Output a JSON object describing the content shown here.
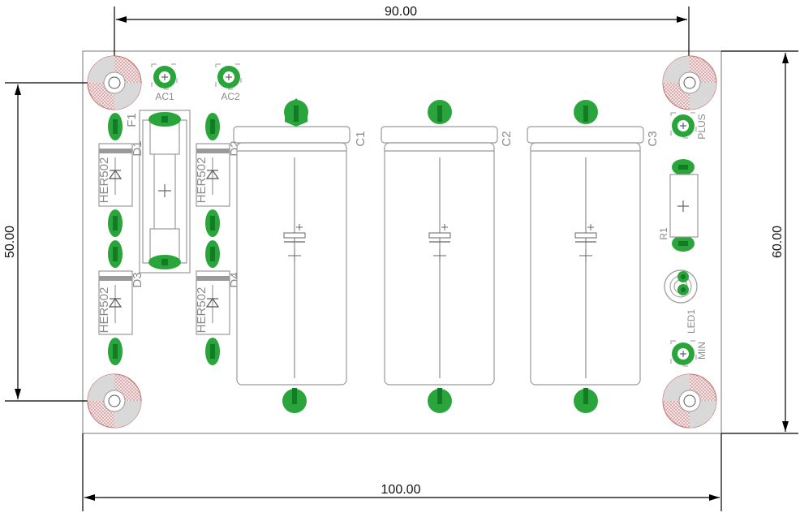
{
  "dimensions": {
    "top": "90.00",
    "bottom": "100.00",
    "left": "50.00",
    "right": "60.00"
  },
  "components": {
    "ac1": "AC1",
    "ac2": "AC2",
    "f1": "F1",
    "d1": "D1",
    "d2": "D2",
    "d3": "D3",
    "d4": "D4",
    "d1_value": "HER502",
    "d2_value": "HER502",
    "d3_value": "HER502",
    "d4_value": "HER502",
    "c1": "C1",
    "c2": "C2",
    "c3": "C3",
    "plus": "PLUS",
    "r1": "R1",
    "led1": "LED1",
    "min": "MIN"
  },
  "colors": {
    "copper_pad": "#2aa53b",
    "copper_drill": "#137a25",
    "mounting_hole": "#d08080",
    "silkscreen": "#9a9a9a"
  }
}
